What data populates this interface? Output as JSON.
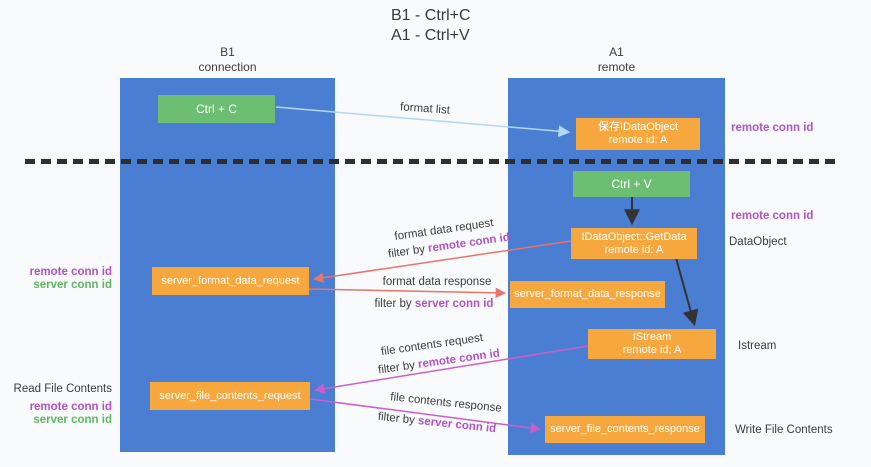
{
  "title": {
    "line1": "B1 - Ctrl+C",
    "line2": "A1 - Ctrl+V"
  },
  "columns": {
    "left": {
      "name": "B1",
      "role": "connection"
    },
    "right": {
      "name": "A1",
      "role": "remote"
    }
  },
  "colors": {
    "column_blue": "#4a7ed3",
    "box_orange": "#f6a83f",
    "box_green": "#6cbe72",
    "arrow_red": "#e8756a",
    "arrow_magenta": "#cb5ecb",
    "arrow_light_blue": "#b3d8f2",
    "arrow_black": "#333333",
    "label_purple": "#b153c5",
    "label_green": "#5db761"
  },
  "nodes": {
    "ctrl_c": {
      "label": "Ctrl + C"
    },
    "save_dataobject": {
      "line1": "保存IDataObject",
      "line2": "remote id: A"
    },
    "ctrl_v": {
      "label": "Ctrl + V"
    },
    "getdata": {
      "line1": "IDataObject::GetData",
      "line2": "remote id: A"
    },
    "server_format_data_request": {
      "label": "server_format_data_request"
    },
    "server_format_data_response": {
      "label": "server_format_data_response"
    },
    "istream": {
      "line1": "IStream",
      "line2": "remote id: A"
    },
    "server_file_contents_request": {
      "label": "server_file_contents_request"
    },
    "server_file_contents_response": {
      "label": "server_file_contents_response"
    }
  },
  "edge_labels": {
    "format_list": "format list",
    "format_data_request": "format data request",
    "format_data_request_filter": {
      "prefix": "filter by ",
      "highlight": "remote conn id"
    },
    "format_data_response": "format data response",
    "format_data_response_filter": {
      "prefix": "filter by ",
      "highlight": "server conn id"
    },
    "file_contents_request": "file contents request",
    "file_contents_request_filter": {
      "prefix": "filter by ",
      "highlight": "remote conn id"
    },
    "file_contents_response": "file contents response",
    "file_contents_response_filter": {
      "prefix": "filter by ",
      "highlight": "server conn id"
    }
  },
  "side_labels": {
    "right_remote_conn_top": "remote conn id",
    "right_remote_conn_mid": "remote conn id",
    "right_dataobject": "DataObject",
    "right_istream": "Istream",
    "right_write_file": "Write File Contents",
    "left_remote_conn_mid": "remote conn id",
    "left_server_conn_mid": "server conn id",
    "left_read_file": "Read File Contents",
    "left_remote_conn_bottom": "remote conn id",
    "left_server_conn_bottom": "server conn id"
  }
}
